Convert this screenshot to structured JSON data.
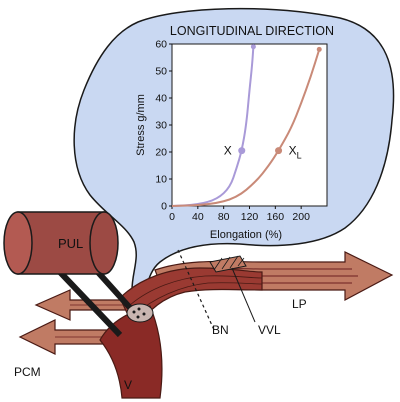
{
  "chart_data": {
    "type": "line",
    "title": "LONGITUDINAL DIRECTION",
    "xlabel": "Elongation (%)",
    "ylabel": "Stress g/mm",
    "xlim": [
      0,
      240
    ],
    "ylim": [
      0,
      60
    ],
    "x_ticks": [
      0,
      40,
      80,
      120,
      160,
      200
    ],
    "y_ticks": [
      0,
      10,
      20,
      30,
      40,
      50,
      60
    ],
    "grid": false,
    "series": [
      {
        "name": "X",
        "color": "#a99ad8",
        "points": [
          [
            0,
            0
          ],
          [
            40,
            0.5
          ],
          [
            70,
            2.5
          ],
          [
            90,
            7
          ],
          [
            100,
            14
          ],
          [
            108,
            20.5
          ],
          [
            115,
            30
          ],
          [
            120,
            43
          ],
          [
            124,
            52
          ],
          [
            126,
            59
          ]
        ],
        "marker": [
          108,
          20.5
        ]
      },
      {
        "name": "X",
        "subscript": "L",
        "color": "#c98a78",
        "points": [
          [
            0,
            0
          ],
          [
            60,
            0.5
          ],
          [
            100,
            3
          ],
          [
            130,
            9
          ],
          [
            150,
            15
          ],
          [
            165,
            20.5
          ],
          [
            185,
            29
          ],
          [
            200,
            38
          ],
          [
            215,
            48
          ],
          [
            228,
            58
          ]
        ],
        "marker": [
          165,
          20.5
        ]
      }
    ]
  },
  "labels": {
    "pul": "PUL",
    "pcm": "PCM",
    "v": "V",
    "bn": "BN",
    "vvl": "VVL",
    "lp": "LP"
  },
  "colors": {
    "bubble": "#c9d8f2",
    "muscle_dark": "#6b1f1f",
    "muscle_red": "#9a3a32",
    "arrow_fill": "#c07b64",
    "pul_fill": "#9c4a44"
  }
}
